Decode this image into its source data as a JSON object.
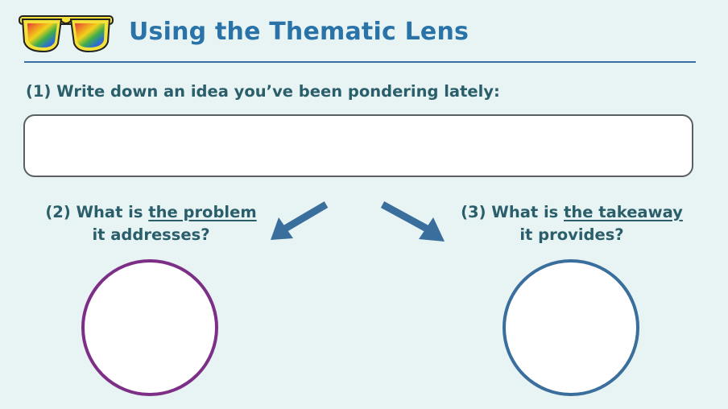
{
  "header": {
    "title": "Using the Thematic Lens",
    "icon": "sunglasses-icon",
    "title_color": "#2a73a8"
  },
  "step1": {
    "prompt": "(1) Write down an idea you’ve been pondering lately:",
    "input_value": ""
  },
  "step2": {
    "prefix": "(2) What is ",
    "emphasis": "the problem",
    "line2": "it addresses?",
    "circle_color": "#7d2f88"
  },
  "step3": {
    "prefix": "(3) What is ",
    "emphasis": "the takeaway",
    "line2": "it provides?",
    "circle_color": "#3a6e9c"
  },
  "colors": {
    "background": "#e8f4f3",
    "text": "#2b5e6b",
    "arrow": "#3a6e9c"
  }
}
